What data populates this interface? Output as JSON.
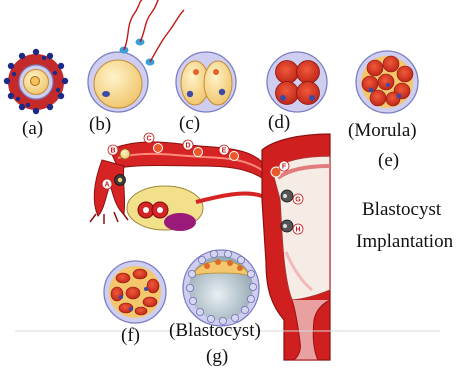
{
  "stage_labels": {
    "a": "(a)",
    "b": "(b)",
    "c": "(c)",
    "d": "(d)",
    "morula": "(Morula)",
    "e": "(e)",
    "f": "(f)",
    "blastocyst": "(Blastocyst)",
    "g": "(g)"
  },
  "side_text": {
    "line1": "Blastocyst",
    "line2": "Implantation"
  },
  "tube_markers": [
    "A",
    "B",
    "C",
    "D",
    "E",
    "F",
    "G",
    "H"
  ],
  "colors": {
    "uterus": "#cf1f1f",
    "uterus_dark": "#9b1010",
    "cell": "#f7dc92",
    "zona": "#c9c7e8",
    "nucleus": "#3b4aa5",
    "ovary": "#f3e08a"
  }
}
